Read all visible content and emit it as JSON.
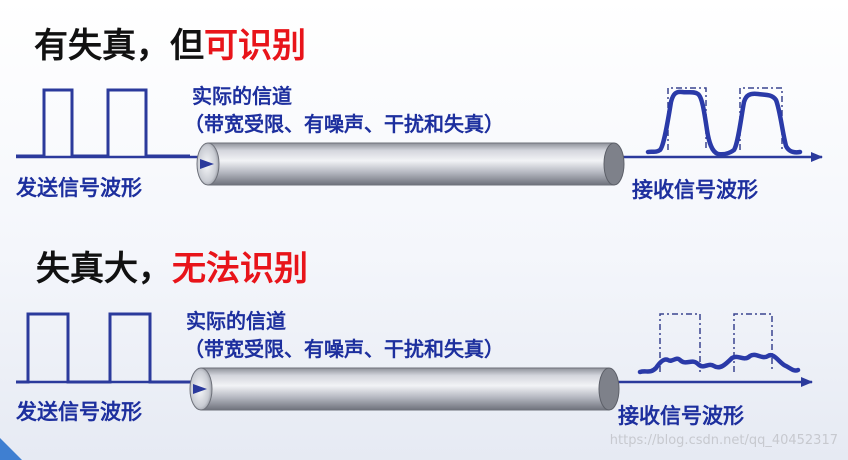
{
  "rows": [
    {
      "title_prefix": "有失真，但",
      "title_highlight": "可识别",
      "channel_line1": "实际的信道",
      "channel_line2": "（带宽受限、有噪声、干扰和失真）",
      "send_label": "发送信号波形",
      "receive_label": "接收信号波形",
      "distortion": "moderate"
    },
    {
      "title_prefix": "失真大，",
      "title_highlight": "无法识别",
      "channel_line1": "实际的信道",
      "channel_line2": "（带宽受限、有噪声、干扰和失真）",
      "send_label": "发送信号波形",
      "receive_label": "接收信号波形",
      "distortion": "severe"
    }
  ],
  "watermark": "https://blog.csdn.net/qq_40452317",
  "colors": {
    "signal": "#2b3a9c",
    "received": "#2a3aa8",
    "text_blue": "#1d2f9e",
    "highlight": "#e8141a",
    "pipe": "#b9bcc6"
  }
}
